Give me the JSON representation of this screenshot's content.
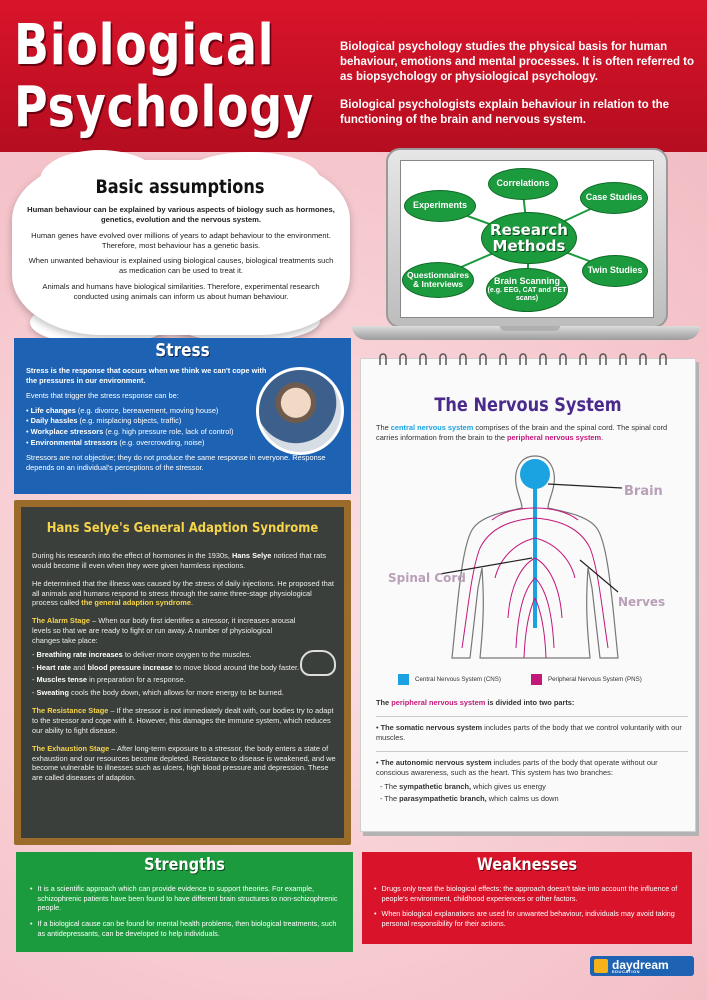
{
  "header": {
    "title_line1": "Biological",
    "title_line2": "Psychology",
    "intro_p1": "Biological psychology studies the physical basis for human behaviour, emotions and mental processes. It is often referred to as biopsychology or physiological psychology.",
    "intro_p2": "Biological psychologists explain behaviour in relation to the functioning of the brain and nervous system."
  },
  "basic_assumptions": {
    "title": "Basic assumptions",
    "p1": "Human behaviour can be explained by various aspects of biology such as hormones, genetics, evolution and the nervous system.",
    "p2": "Human genes have evolved over millions of years to adapt behaviour to the environment. Therefore, most behaviour has a genetic basis.",
    "p3": "When unwanted behaviour is explained using biological causes, biological treatments such as medication can be used to treat it.",
    "p4": "Animals and humans have biological similarities. Therefore, experimental research conducted using animals can inform us about human behaviour."
  },
  "research_methods": {
    "center_line1": "Research",
    "center_line2": "Methods",
    "correlations": "Correlations",
    "experiments": "Experiments",
    "case_studies": "Case Studies",
    "questionnaires": "Questionnaires & Interviews",
    "brain_scanning": "Brain Scanning",
    "brain_scanning_sub": "(e.g. EEG, CAT and PET scans)",
    "twin_studies": "Twin Studies"
  },
  "stress": {
    "title": "Stress",
    "definition": "Stress is the response that occurs when we think we can't cope with the pressures in our environment.",
    "events_intro": "Events that trigger the stress response can be:",
    "items": [
      {
        "label": "Life changes",
        "detail": " (e.g. divorce, bereavement, moving house)"
      },
      {
        "label": "Daily hassles",
        "detail": " (e.g. misplacing objects, traffic)"
      },
      {
        "label": "Workplace stressors",
        "detail": " (e.g. high pressure role, lack of control)"
      },
      {
        "label": "Environmental stressors",
        "detail": " (e.g. overcrowding, noise)"
      }
    ],
    "closing": "Stressors are not objective; they do not produce the same response in everyone. Response depends on an individual's perceptions of the stressor."
  },
  "selye": {
    "title": "Hans Selye's General Adaption Syndrome",
    "p1_a": "During his research into the effect of hormones in the 1930s, ",
    "p1_name": "Hans Selye",
    "p1_b": " noticed that rats would become ill even when they were given harmless injections.",
    "p2_a": "He determined that the illness was caused by the stress of daily injections. He proposed that all animals and humans respond to stress through the same three-stage physiological process called ",
    "p2_term": "the general adaption syndrome",
    "p2_b": ".",
    "alarm_label": "The Alarm Stage",
    "alarm_text": " – When our body first identifies a stressor, it increases arousal levels so that we are ready to fight or run away. A number of physiological changes take place:",
    "alarm_items": [
      {
        "b": "Breathing rate increases",
        "t": " to deliver more oxygen to the muscles."
      },
      {
        "b": "Heart rate",
        "m": " and ",
        "b2": "blood pressure increase",
        "t": " to move blood around the body faster."
      },
      {
        "b": "Muscles tense",
        "t": " in preparation for a response."
      },
      {
        "b": "Sweating",
        "t": " cools the body down, which allows for more energy to be burned."
      }
    ],
    "resistance_label": "The Resistance Stage",
    "resistance_text": " – If the stressor is not immediately dealt with, our bodies try to adapt to the stressor and cope with it. However, this damages the immune system, which reduces our ability to fight disease.",
    "exhaustion_label": "The Exhaustion Stage",
    "exhaustion_text": " – After long-term exposure to a stressor, the body enters a state of exhaustion and our resources become depleted. Resistance to disease is weakened, and we become vulnerable to illnesses such as ulcers, high blood pressure and depression. These are called diseases of adaption."
  },
  "nervous_system": {
    "title": "The Nervous System",
    "intro_a": "The ",
    "intro_cns": "central nervous system",
    "intro_b": " comprises of the brain and the spinal cord. The spinal cord carries information from the brain to the ",
    "intro_pns": "peripheral nervous system",
    "intro_c": ".",
    "label_brain": "Brain",
    "label_cord": "Spinal Cord",
    "label_nerves": "Nerves",
    "legend_cns": "Central Nervous System (CNS)",
    "legend_pns": "Peripheral Nervous System (PNS)",
    "color_cns": "#1aa3e0",
    "color_pns": "#c2187a",
    "divided_a": "The ",
    "divided_pns": "peripheral nervous system",
    "divided_b": " is divided into two parts:",
    "somatic_b": "The somatic nervous system",
    "somatic_t": " includes parts of the body that we control voluntarily with our muscles.",
    "autonomic_b": "The autonomic nervous system",
    "autonomic_t": " includes parts of the body that operate without our conscious awareness, such as the heart. This system has two branches:",
    "sym_b": "sympathetic branch,",
    "sym_t": " which gives us energy",
    "para_b": "parasympathetic branch,",
    "para_t": " which calms us down",
    "the": "- The "
  },
  "strengths": {
    "title": "Strengths",
    "items": [
      "It is a scientific approach which can provide evidence to support theories. For example, schizophrenic patients have been found to have different brain structures to non-schizophrenic people.",
      "If a biological cause can be found for mental health problems, then biological treatments, such as antidepressants, can be developed to help individuals."
    ]
  },
  "weaknesses": {
    "title": "Weaknesses",
    "items": [
      "Drugs only treat the biological effects; the approach doesn't take into account the influence of people's environment, childhood experiences or other factors.",
      "When biological explanations are used for unwanted behaviour, individuals may avoid taking personal responsibility for their actions."
    ]
  },
  "logo": {
    "text": "daydream",
    "sub": "EDUCATION"
  },
  "colors": {
    "header_red": "#d9142a",
    "stress_blue": "#1e63b3",
    "green": "#1c9a3e",
    "chalk_yellow": "#f6d44a"
  }
}
